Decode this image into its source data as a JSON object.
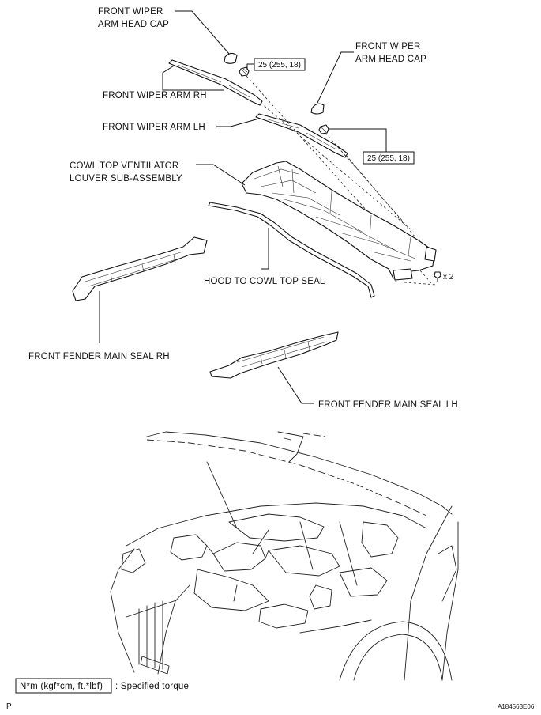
{
  "labels": {
    "wiper_cap_rh_1": "FRONT WIPER",
    "wiper_cap_rh_2": "ARM HEAD CAP",
    "wiper_cap_lh_1": "FRONT WIPER",
    "wiper_cap_lh_2": "ARM HEAD CAP",
    "wiper_arm_rh": "FRONT WIPER ARM RH",
    "wiper_arm_lh": "FRONT WIPER ARM LH",
    "cowl_louver_1": "COWL TOP VENTILATOR",
    "cowl_louver_2": "LOUVER SUB-ASSEMBLY",
    "hood_seal": "HOOD TO COWL TOP SEAL",
    "fender_seal_rh": "FRONT FENDER MAIN SEAL RH",
    "fender_seal_lh": "FRONT FENDER MAIN SEAL LH",
    "clip_qty": "x 2"
  },
  "torques": {
    "rh": "25 (255, 18)",
    "lh": "25 (255, 18)"
  },
  "legend": {
    "unit_box": "N*m (kgf*cm, ft.*lbf)",
    "description": ": Specified torque"
  },
  "footer": {
    "page_mark": "P",
    "illustration_id": "A184563E06"
  }
}
